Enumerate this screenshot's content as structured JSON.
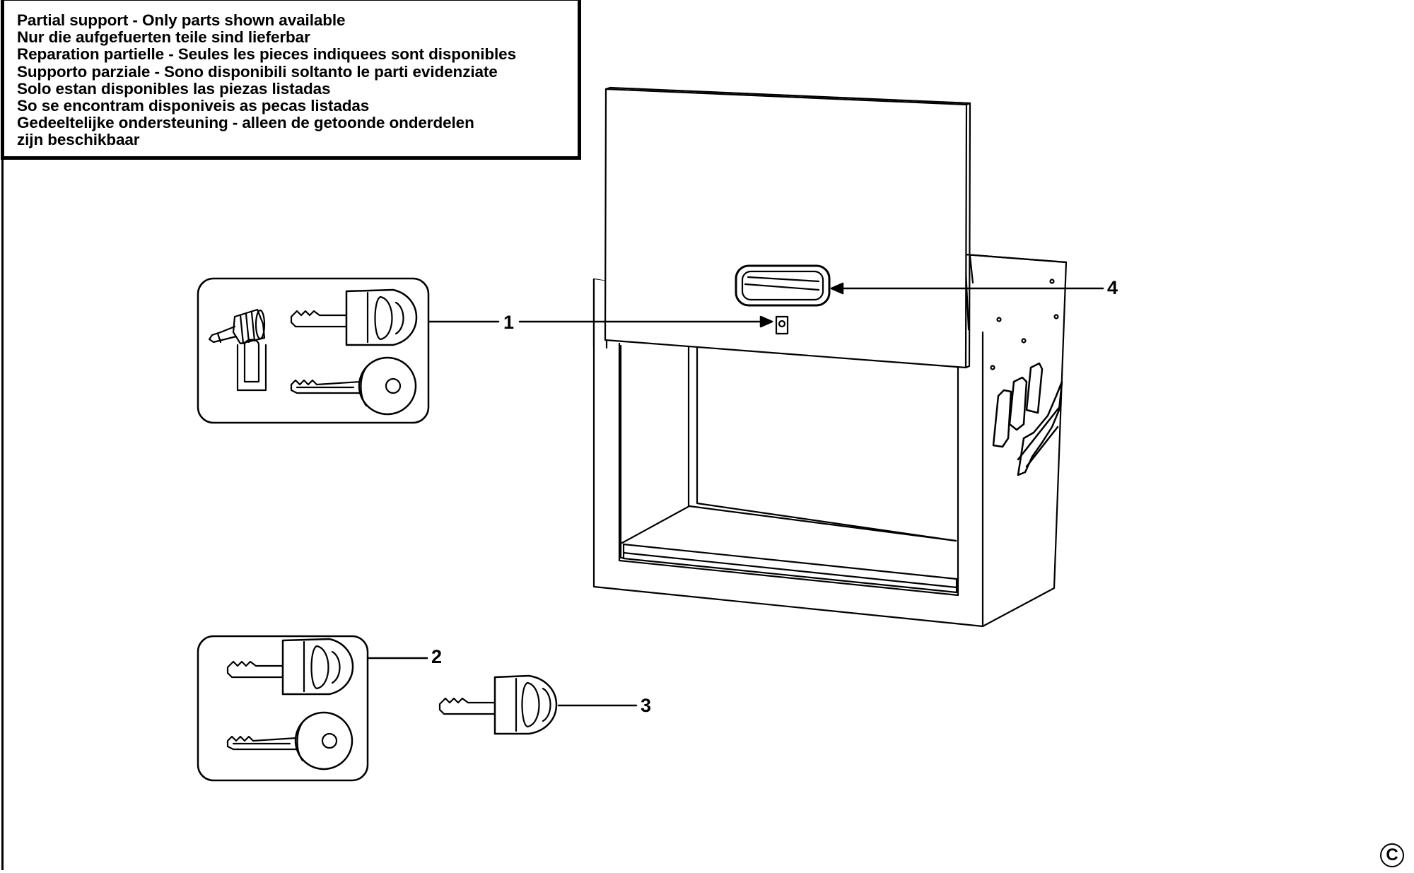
{
  "notice": {
    "lines": [
      "Partial support - Only parts shown available",
      "Nur die aufgefuerten teile sind lieferbar",
      "Reparation partielle - Seules les pieces indiquees sont disponibles",
      "Supporto parziale - Sono disponibili soltanto le parti evidenziate",
      "Solo estan disponibles las piezas listadas",
      "So se encontram disponiveis as pecas listadas",
      "Gedeeltelijke ondersteuning - alleen de getoonde onderdelen",
      "zijn beschikbaar"
    ]
  },
  "callouts": {
    "c1": "1",
    "c2": "2",
    "c3": "3",
    "c4": "4"
  },
  "copyright": "C",
  "icons": {
    "lock_cylinder": "lock-cylinder-icon",
    "key_round_head": "key-round-icon",
    "key_oval_head": "key-oval-icon",
    "tool_cabinet": "tool-cabinet-icon"
  }
}
